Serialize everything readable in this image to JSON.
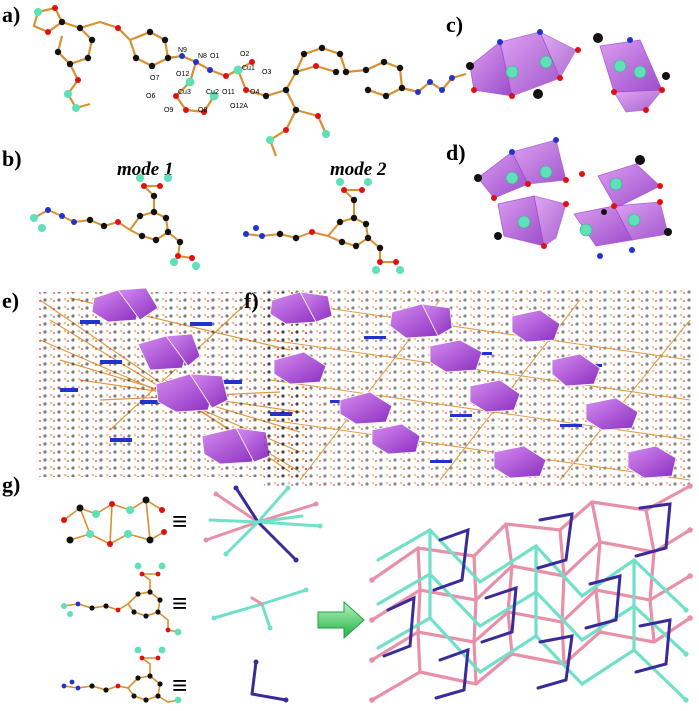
{
  "panels": {
    "a": {
      "label": "a)",
      "atom_labels": [
        "N9",
        "N8",
        "O1",
        "O2",
        "O7",
        "O12",
        "Cu1",
        "O3",
        "O6",
        "Cu3",
        "Cu2",
        "O11",
        "O4",
        "O12A",
        "O9",
        "O8"
      ]
    },
    "b": {
      "label": "b)",
      "mode1": "mode 1",
      "mode2": "mode 2"
    },
    "c": {
      "label": "c)"
    },
    "d": {
      "label": "d)"
    },
    "e": {
      "label": "e)"
    },
    "f": {
      "label": "f)"
    },
    "g": {
      "label": "g)",
      "equiv_symbol": "≡"
    }
  },
  "colors": {
    "carbon": "#111111",
    "oxygen": "#e01010",
    "nitrogen": "#2233cc",
    "copper": "#5fe0b8",
    "bond": "#d89030",
    "polyhedron": "#b050e0",
    "net_pink": "#e890a8",
    "net_teal": "#70e0c8",
    "net_blue": "#3a2a9a",
    "arrow": "#40d060"
  }
}
